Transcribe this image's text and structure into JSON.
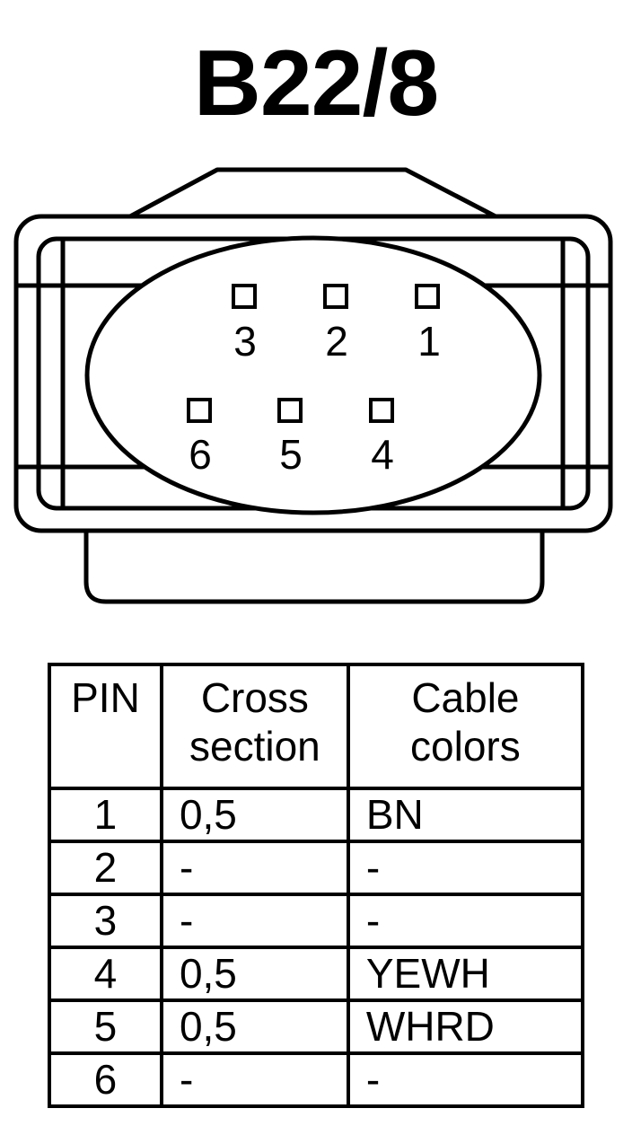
{
  "title": "B22/8",
  "connector": {
    "pins_top": [
      {
        "pin": "3"
      },
      {
        "pin": "2"
      },
      {
        "pin": "1"
      }
    ],
    "pins_bottom": [
      {
        "pin": "6"
      },
      {
        "pin": "5"
      },
      {
        "pin": "4"
      }
    ]
  },
  "table": {
    "headers": {
      "pin": "PIN",
      "cross_line1": "Cross",
      "cross_line2": "section",
      "color_line1": "Cable",
      "color_line2": "colors"
    },
    "rows": [
      {
        "pin": "1",
        "cross": "0,5",
        "color": "BN"
      },
      {
        "pin": "2",
        "cross": "-",
        "color": "-"
      },
      {
        "pin": "3",
        "cross": "-",
        "color": "-"
      },
      {
        "pin": "4",
        "cross": "0,5",
        "color": "YEWH"
      },
      {
        "pin": "5",
        "cross": "0,5",
        "color": "WHRD"
      },
      {
        "pin": "6",
        "cross": "-",
        "color": "-"
      }
    ]
  }
}
